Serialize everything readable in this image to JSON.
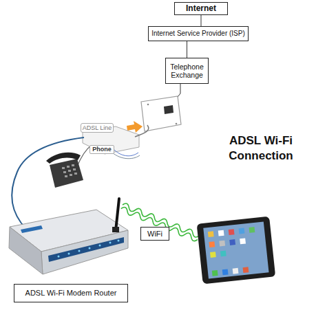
{
  "diagram": {
    "title": "ADSL Wi-Fi Connection",
    "nodes": [
      {
        "text": [
          "Internet"
        ]
      },
      {
        "text": [
          "Internet Service Provider (ISP)"
        ]
      },
      {
        "text": [
          "Telephone Exchange"
        ]
      },
      {
        "text": [
          "ADSL Line"
        ]
      },
      {
        "text": [
          "Phone"
        ]
      },
      {
        "text": [
          "WiFi"
        ]
      },
      {
        "text": [
          "ADSL Wi-Fi Modem Router"
        ]
      }
    ],
    "edges": [
      {
        "from": 0,
        "to": 1,
        "arrow": "none"
      },
      {
        "from": 1,
        "to": 2,
        "arrow": "none"
      }
    ]
  }
}
